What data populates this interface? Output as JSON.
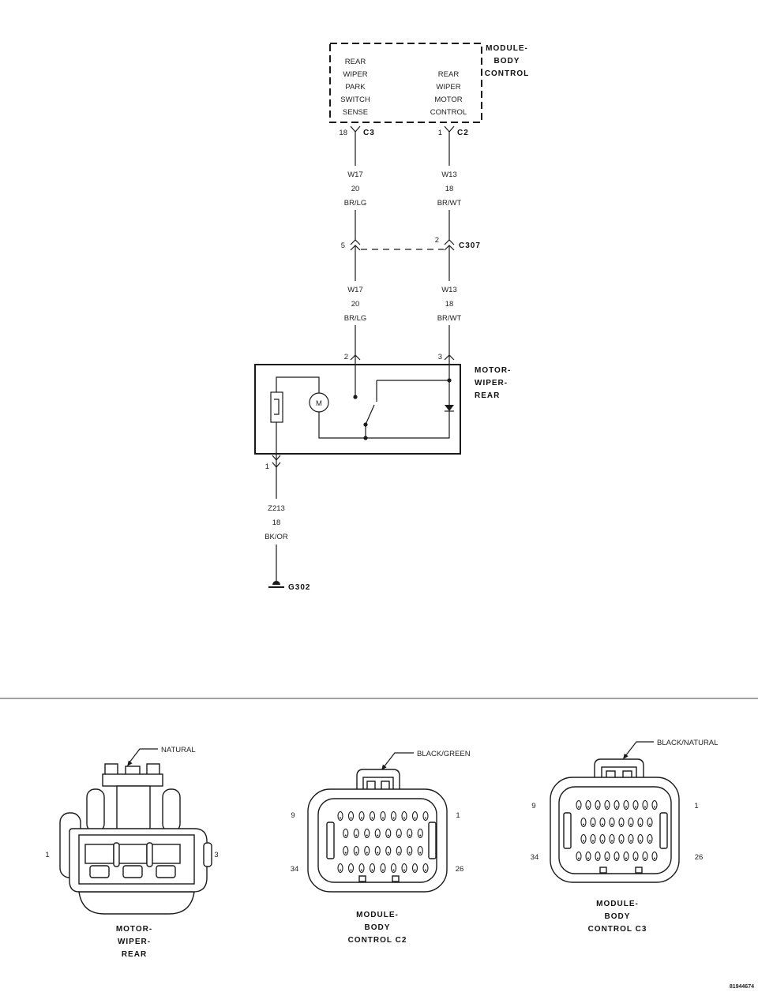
{
  "module_body_control": {
    "label_lines": [
      "MODULE-",
      "BODY",
      "CONTROL"
    ],
    "park_switch_sense_lines": [
      "REAR",
      "WIPER",
      "PARK",
      "SWITCH",
      "SENSE"
    ],
    "motor_control_lines": [
      "REAR",
      "WIPER",
      "MOTOR",
      "CONTROL"
    ],
    "c3": {
      "pin": "18",
      "name": "C3"
    },
    "c2": {
      "pin": "1",
      "name": "C2"
    }
  },
  "wires": {
    "w17_upper": {
      "circuit": "W17",
      "gauge": "20",
      "color": "BR/LG"
    },
    "w13_upper": {
      "circuit": "W13",
      "gauge": "18",
      "color": "BR/WT"
    },
    "w17_lower": {
      "circuit": "W17",
      "gauge": "20",
      "color": "BR/LG"
    },
    "w13_lower": {
      "circuit": "W13",
      "gauge": "18",
      "color": "BR/WT"
    },
    "z213": {
      "circuit": "Z213",
      "gauge": "18",
      "color": "BK/OR"
    }
  },
  "inline_connector": {
    "name": "C307",
    "w17_pin": "5",
    "w13_pin": "2"
  },
  "rear_wiper_motor": {
    "label_lines": [
      "MOTOR-",
      "WIPER-",
      "REAR"
    ],
    "w17_pin": "2",
    "w13_pin": "3",
    "ground_pin": "1",
    "motor_symbol": "M",
    "icons": [
      "thermal-breaker-icon",
      "motor-icon",
      "park-switch-icon",
      "diode-icon"
    ]
  },
  "ground": {
    "name": "G302",
    "icon": "ground-icon"
  },
  "connector_views": {
    "motor": {
      "housing_color": "NATURAL",
      "pin_left": "1",
      "pin_right": "3",
      "label_lines": [
        "MOTOR-",
        "WIPER-",
        "REAR"
      ]
    },
    "c2": {
      "housing_color": "BLACK/GREEN",
      "pin_top_left": "9",
      "pin_top_right": "1",
      "pin_bottom_left": "34",
      "pin_bottom_right": "26",
      "label_lines": [
        "MODULE-",
        "BODY",
        "CONTROL C2"
      ]
    },
    "c3": {
      "housing_color": "BLACK/NATURAL",
      "pin_top_left": "9",
      "pin_top_right": "1",
      "pin_bottom_left": "34",
      "pin_bottom_right": "26",
      "label_lines": [
        "MODULE-",
        "BODY",
        "CONTROL C3"
      ]
    }
  },
  "figure_number": "81944674",
  "colors": {
    "ink": "#1a1a1a",
    "background": "#ffffff"
  }
}
